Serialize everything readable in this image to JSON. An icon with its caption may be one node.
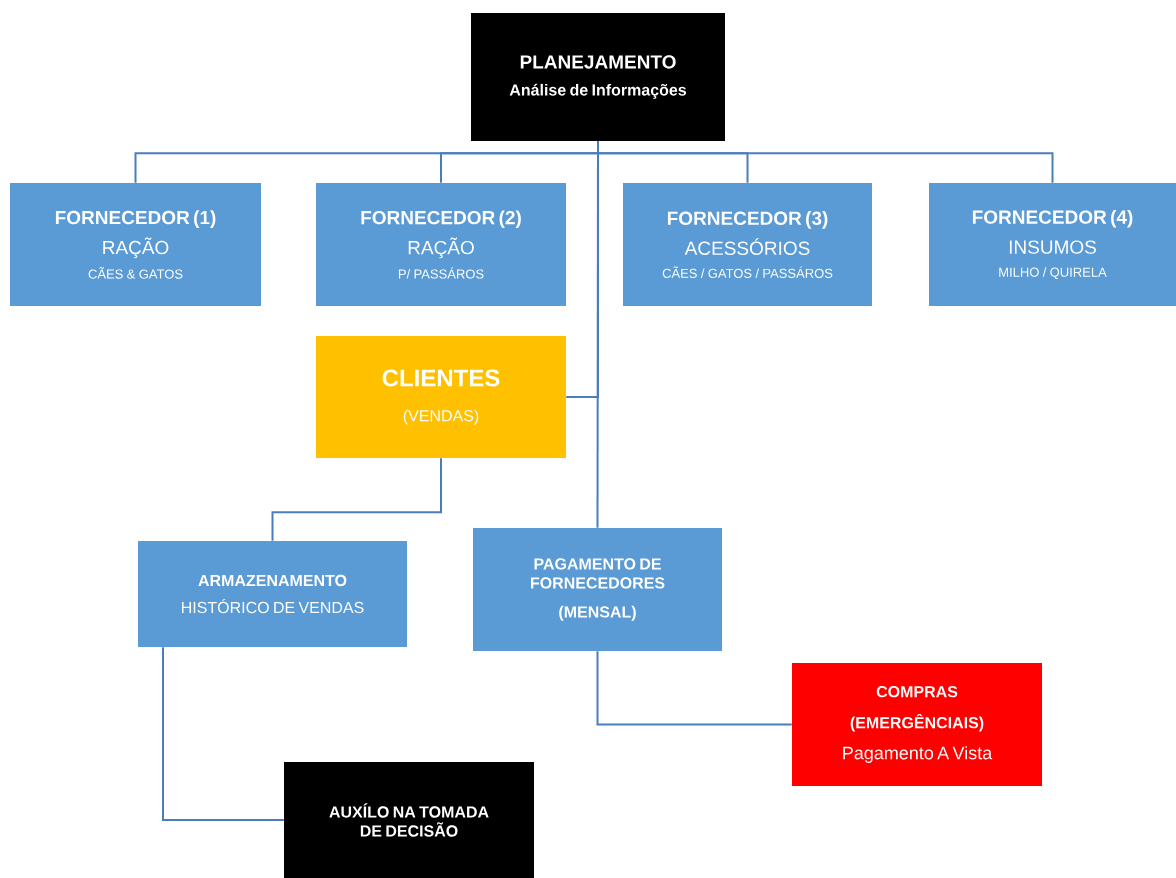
{
  "diagram": {
    "nodes": [
      {
        "text": [
          "PLANEJAMENTO",
          "Análise de Informações"
        ]
      },
      {
        "text": [
          "FORNECEDOR (1)",
          "RAÇÃO",
          "CÃES & GATOS"
        ]
      },
      {
        "text": [
          "FORNECEDOR (2)",
          "RAÇÃO",
          "P/ PASSÁROS"
        ]
      },
      {
        "text": [
          "FORNECEDOR (3)",
          "ACESSÓRIOS",
          "CÃES / GATOS / PASSÁROS"
        ]
      },
      {
        "text": [
          "FORNECEDOR (4)",
          "INSUMOS",
          "MILHO / QUIRELA"
        ]
      },
      {
        "text": [
          "CLIENTES",
          "(VENDAS)"
        ]
      },
      {
        "text": [
          "ARMAZENAMENTO",
          "HISTÓRICO DE VENDAS"
        ]
      },
      {
        "text": [
          "PAGAMENTO DE FORNECEDORES",
          "(MENSAL)"
        ]
      },
      {
        "text": [
          "COMPRAS",
          "(EMERGÊNCIAIS)",
          "Pagamento A Vista"
        ]
      },
      {
        "text": [
          "AUXÍLO NA TOMADA DE DECISÃO"
        ]
      }
    ],
    "edges": [
      {
        "from": 0,
        "to": 1,
        "arrow": "none"
      },
      {
        "from": 0,
        "to": 2,
        "arrow": "none"
      },
      {
        "from": 0,
        "to": 3,
        "arrow": "none"
      },
      {
        "from": 0,
        "to": 4,
        "arrow": "none"
      },
      {
        "from": 0,
        "to": 5,
        "arrow": "none"
      },
      {
        "from": 0,
        "to": 7,
        "arrow": "none"
      },
      {
        "from": 5,
        "to": 6,
        "arrow": "none"
      },
      {
        "from": 6,
        "to": 9,
        "arrow": "none"
      },
      {
        "from": 7,
        "to": 8,
        "arrow": "none"
      }
    ]
  }
}
